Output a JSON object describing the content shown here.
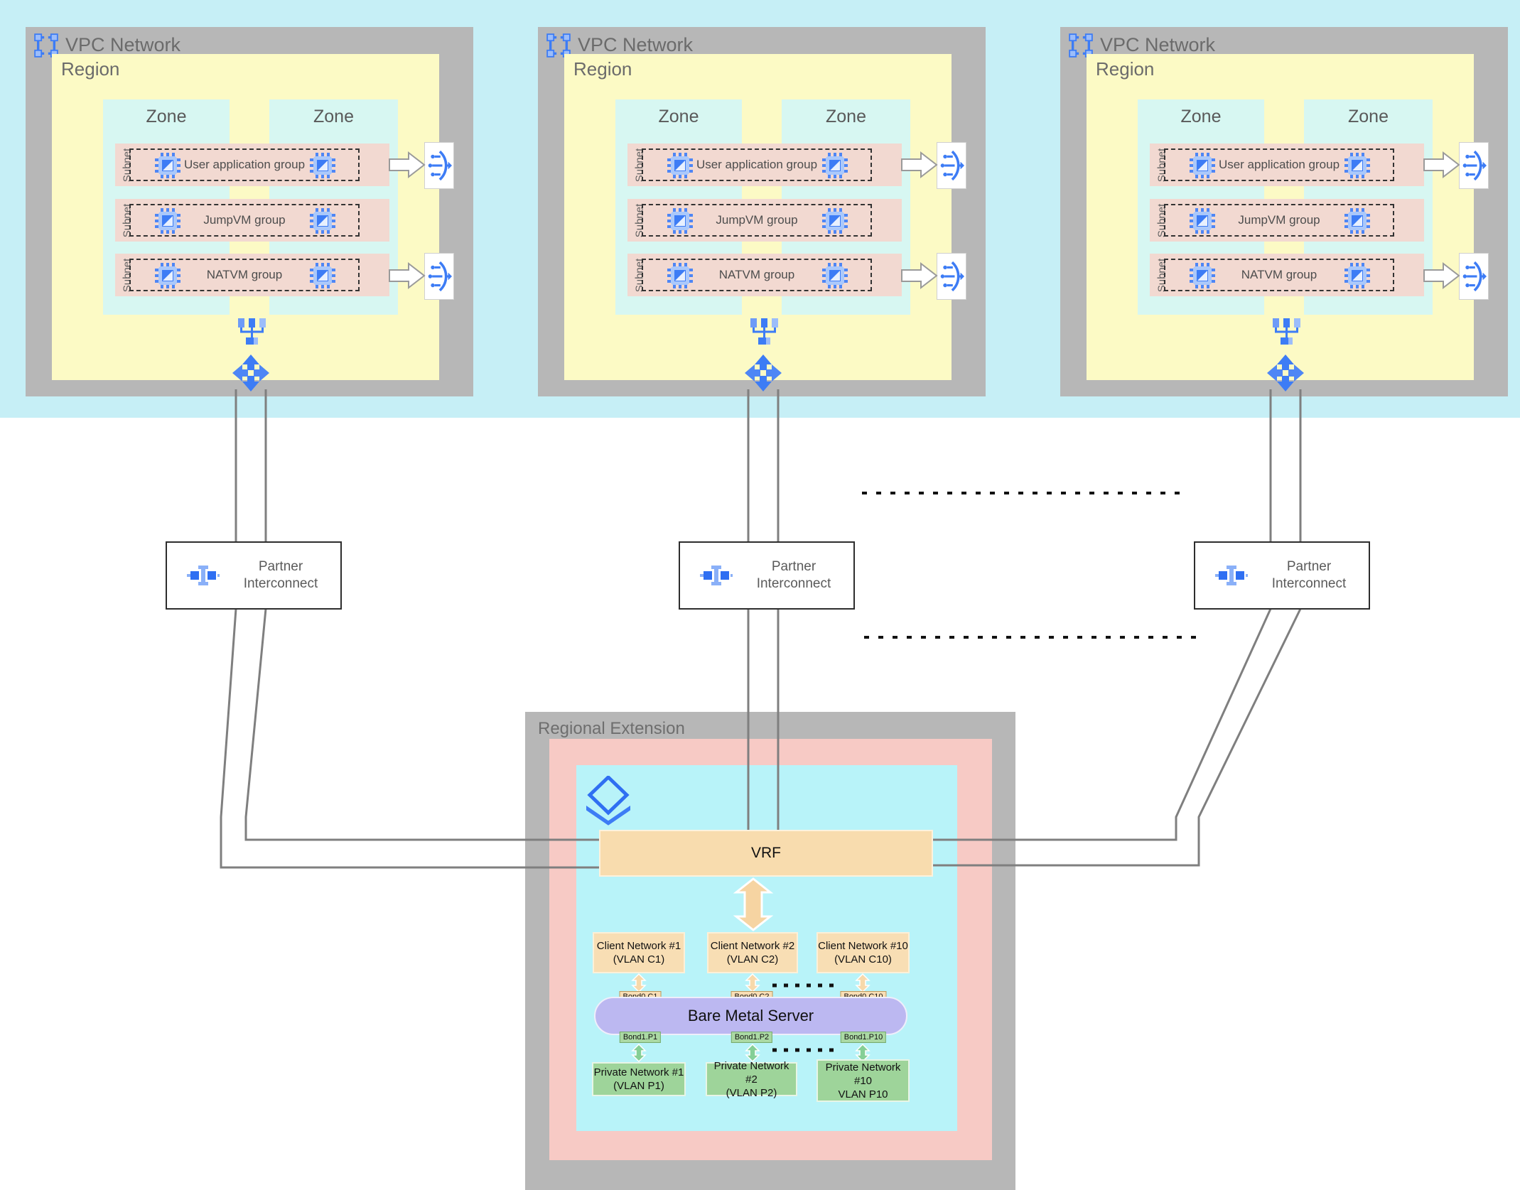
{
  "vpcs": [
    {
      "title": "VPC Network",
      "region": "Region",
      "zones": [
        "Zone",
        "Zone"
      ],
      "subnets": [
        {
          "label": "Subnet",
          "group": "User application group",
          "has_load_balancer": true
        },
        {
          "label": "Subnet",
          "group": "JumpVM group",
          "has_load_balancer": false
        },
        {
          "label": "Subnet",
          "group": "NATVM group",
          "has_load_balancer": true
        }
      ]
    },
    {
      "title": "VPC Network",
      "region": "Region",
      "zones": [
        "Zone",
        "Zone"
      ],
      "subnets": [
        {
          "label": "Subnet",
          "group": "User application group",
          "has_load_balancer": true
        },
        {
          "label": "Subnet",
          "group": "JumpVM group",
          "has_load_balancer": false
        },
        {
          "label": "Subnet",
          "group": "NATVM group",
          "has_load_balancer": true
        }
      ]
    },
    {
      "title": "VPC Network",
      "region": "Region",
      "zones": [
        "Zone",
        "Zone"
      ],
      "subnets": [
        {
          "label": "Subnet",
          "group": "User application group",
          "has_load_balancer": true
        },
        {
          "label": "Subnet",
          "group": "JumpVM group",
          "has_load_balancer": false
        },
        {
          "label": "Subnet",
          "group": "NATVM group",
          "has_load_balancer": true
        }
      ]
    }
  ],
  "interconnects": [
    {
      "line1": "Partner",
      "line2": "Interconnect"
    },
    {
      "line1": "Partner",
      "line2": "Interconnect"
    },
    {
      "line1": "Partner",
      "line2": "Interconnect"
    }
  ],
  "regional_extension": {
    "title": "Regional Extension",
    "vrf_label": "VRF",
    "bare_metal_label": "Bare Metal Server",
    "client_networks": [
      {
        "name": "Client Network #1",
        "vlan": "(VLAN C1)"
      },
      {
        "name": "Client Network #2",
        "vlan": "(VLAN C2)"
      },
      {
        "name": "Client Network #10",
        "vlan": "(VLAN C10)"
      }
    ],
    "client_bonds": [
      "Bond0.C1",
      "Bond0.C2",
      "Bond0.C10"
    ],
    "private_bonds": [
      "Bond1.P1",
      "Bond1.P2",
      "Bond1.P10"
    ],
    "private_networks": [
      {
        "name": "Private Network #1",
        "vlan": "(VLAN P1)"
      },
      {
        "name": "Private Network #2",
        "vlan": "(VLAN P2)"
      },
      {
        "name": "Private Network #10",
        "vlan": "VLAN P10"
      }
    ]
  },
  "icons": {
    "vpc-network-icon": "blue corner brackets",
    "vm-instance-icon": "blue compute chip",
    "load-balancer-icon": "blue arc with prongs and arrow",
    "network-switch-icon": "blue network tree",
    "router-icon": "four blue arrows",
    "partner-interconnect-icon": "blue I-beam with squares",
    "layers-icon": "blue diamond over chevron"
  },
  "colors": {
    "top_band": "#c6eff6",
    "container_gray": "#b7b7b7",
    "region_yellow": "#fcfac5",
    "zone_cyan": "#d7f7f2",
    "subnet_pink": "#f2d9d1",
    "re_pink": "#f7cac5",
    "re_cyan": "#b8f3f9",
    "orange": "#f8dcae",
    "purple": "#bcb8f1",
    "green": "#9ed49a",
    "bond_green": "#abd9a4",
    "google_blue": "#3d7cf5",
    "light_blue": "#9cbdfa",
    "line_gray": "#808080"
  }
}
